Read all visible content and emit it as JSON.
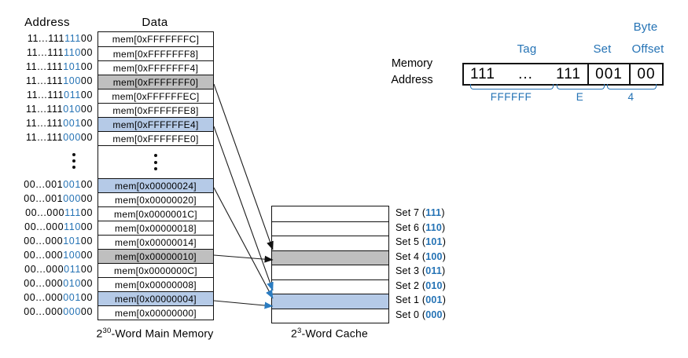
{
  "colors": {
    "blue_text": "#2573b5",
    "arrow_blue": "#2b7cc1",
    "arrow_black": "#111111",
    "row_blue_fill": "#b5cae7",
    "row_gray_fill": "#bfbfbf"
  },
  "memory": {
    "address_header": "Address",
    "data_header": "Data",
    "caption": {
      "base": "2",
      "exponent": "30",
      "suffix": "-Word Main Memory"
    },
    "rows": [
      {
        "prefix": "11...111",
        "set": "111",
        "offset": "00",
        "data": "mem[0xFFFFFFFC]",
        "hl": ""
      },
      {
        "prefix": "11...111",
        "set": "110",
        "offset": "00",
        "data": "mem[0xFFFFFFF8]",
        "hl": ""
      },
      {
        "prefix": "11...111",
        "set": "101",
        "offset": "00",
        "data": "mem[0xFFFFFFF4]",
        "hl": ""
      },
      {
        "prefix": "11...111",
        "set": "100",
        "offset": "00",
        "data": "mem[0xFFFFFFF0]",
        "hl": "gray"
      },
      {
        "prefix": "11...111",
        "set": "011",
        "offset": "00",
        "data": "mem[0xFFFFFFEC]",
        "hl": ""
      },
      {
        "prefix": "11...111",
        "set": "010",
        "offset": "00",
        "data": "mem[0xFFFFFFE8]",
        "hl": ""
      },
      {
        "prefix": "11...111",
        "set": "001",
        "offset": "00",
        "data": "mem[0xFFFFFFE4]",
        "hl": "blue"
      },
      {
        "prefix": "11...111",
        "set": "000",
        "offset": "00",
        "data": "mem[0xFFFFFFE0]",
        "hl": ""
      },
      {
        "dots": true
      },
      {
        "prefix": "00...001",
        "set": "001",
        "offset": "00",
        "data": "mem[0x00000024]",
        "hl": "blue"
      },
      {
        "prefix": "00...001",
        "set": "000",
        "offset": "00",
        "data": "mem[0x00000020]",
        "hl": ""
      },
      {
        "prefix": "00...000",
        "set": "111",
        "offset": "00",
        "data": "mem[0x0000001C]",
        "hl": ""
      },
      {
        "prefix": "00...000",
        "set": "110",
        "offset": "00",
        "data": "mem[0x00000018]",
        "hl": ""
      },
      {
        "prefix": "00...000",
        "set": "101",
        "offset": "00",
        "data": "mem[0x00000014]",
        "hl": ""
      },
      {
        "prefix": "00...000",
        "set": "100",
        "offset": "00",
        "data": "mem[0x00000010]",
        "hl": "gray"
      },
      {
        "prefix": "00...000",
        "set": "011",
        "offset": "00",
        "data": "mem[0x0000000C]",
        "hl": ""
      },
      {
        "prefix": "00...000",
        "set": "010",
        "offset": "00",
        "data": "mem[0x00000008]",
        "hl": ""
      },
      {
        "prefix": "00...000",
        "set": "001",
        "offset": "00",
        "data": "mem[0x00000004]",
        "hl": "blue"
      },
      {
        "prefix": "00...000",
        "set": "000",
        "offset": "00",
        "data": "mem[0x00000000]",
        "hl": ""
      }
    ]
  },
  "cache": {
    "caption": {
      "base": "2",
      "exponent": "3",
      "suffix": "-Word Cache"
    },
    "paren_open": "(",
    "paren_close": ")",
    "sets": [
      {
        "name": "Set 7",
        "bits": "111",
        "hl": ""
      },
      {
        "name": "Set 6",
        "bits": "110",
        "hl": ""
      },
      {
        "name": "Set 5",
        "bits": "101",
        "hl": ""
      },
      {
        "name": "Set 4",
        "bits": "100",
        "hl": "gray"
      },
      {
        "name": "Set 3",
        "bits": "011",
        "hl": ""
      },
      {
        "name": "Set 2",
        "bits": "010",
        "hl": ""
      },
      {
        "name": "Set 1",
        "bits": "001",
        "hl": "blue"
      },
      {
        "name": "Set 0",
        "bits": "000",
        "hl": ""
      }
    ]
  },
  "address_fields": {
    "label_line1": "Memory",
    "label_line2": "Address",
    "byte_label": "Byte",
    "tag_label": "Tag",
    "set_label": "Set",
    "offset_label": "Offset",
    "tag_left": "111",
    "tag_dots": "...",
    "tag_right": "111",
    "set_value": "001",
    "offset_value": "00",
    "tag_hex": "FFFFFF",
    "set_hex": "E",
    "offset_hex": "4"
  },
  "arrows": [
    {
      "from_row": 3,
      "to_set": 4,
      "color": "black"
    },
    {
      "from_row": 14,
      "to_set": 4,
      "color": "black"
    },
    {
      "from_row": 6,
      "to_set": 1,
      "color": "blue"
    },
    {
      "from_row": 9,
      "to_set": 1,
      "color": "blue"
    },
    {
      "from_row": 17,
      "to_set": 1,
      "color": "blue"
    }
  ]
}
